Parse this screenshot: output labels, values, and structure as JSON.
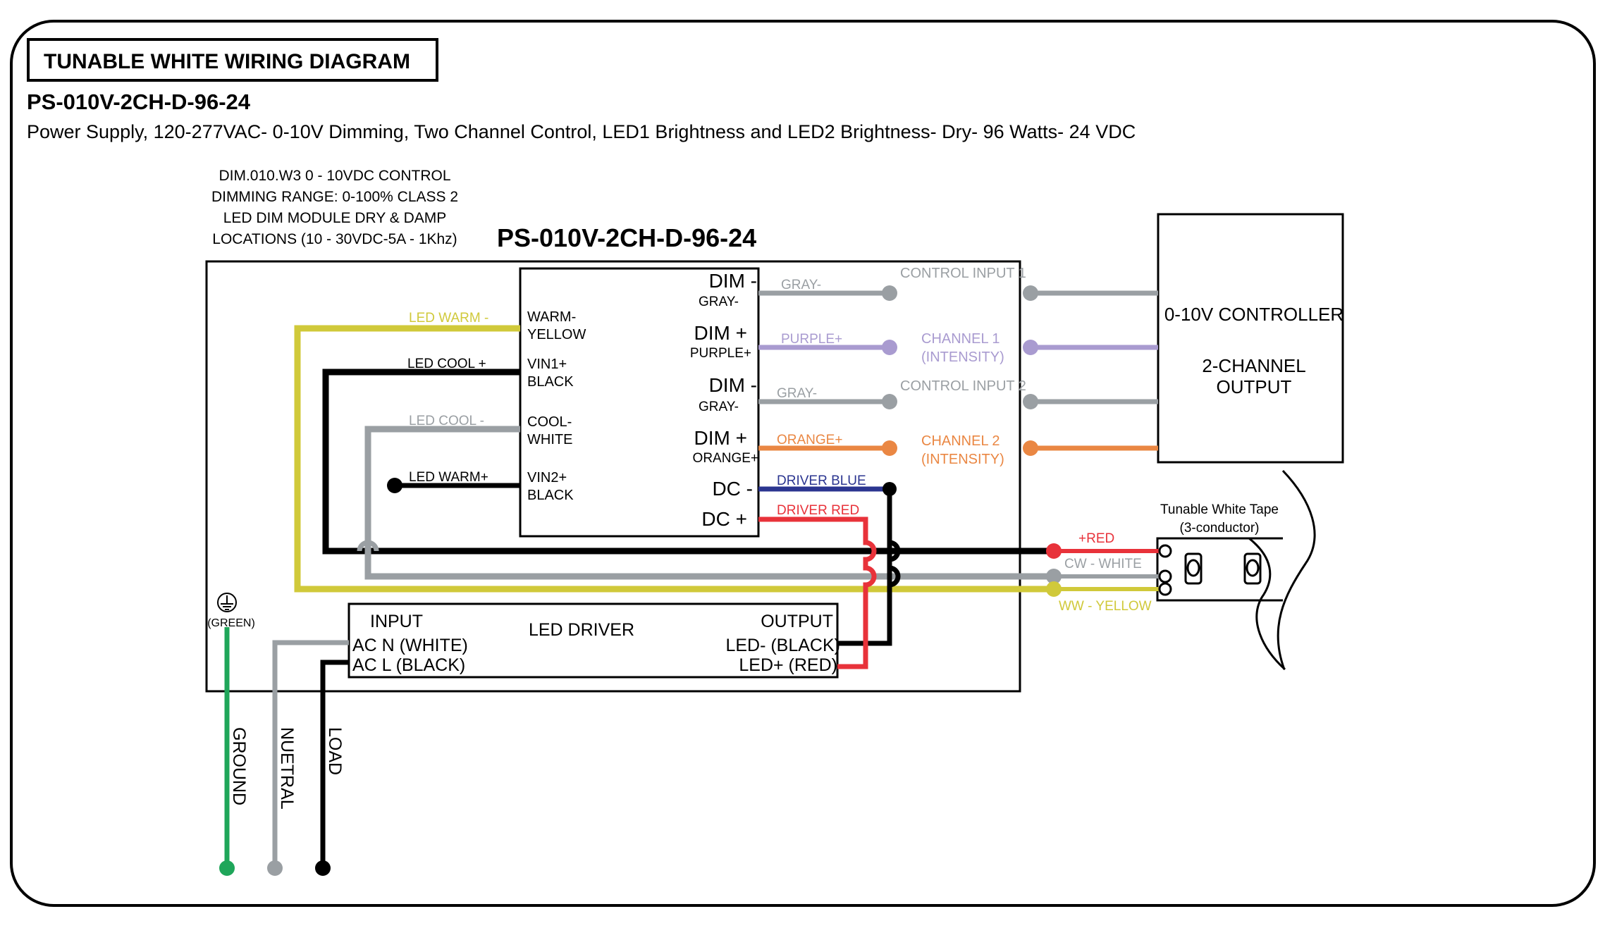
{
  "header": {
    "title": "TUNABLE WHITE WIRING DIAGRAM",
    "model": "PS-010V-2CH-D-96-24",
    "description": "Power Supply, 120-277VAC- 0-10V Dimming, Two Channel Control, LED1 Brightness and LED2 Brightness- Dry- 96 Watts- 24 VDC"
  },
  "module_note": [
    "DIM.010.W3 0 - 10VDC CONTROL",
    "DIMMING RANGE: 0-100% CLASS 2",
    "LED DIM MODULE DRY & DAMP",
    "LOCATIONS (10 - 30VDC-5A - 1Khz)"
  ],
  "enclosure_title": "PS-010V-2CH-D-96-24",
  "module": {
    "left_terminals": [
      {
        "line1": "WARM-",
        "line2": "YELLOW"
      },
      {
        "line1": "VIN1+",
        "line2": "BLACK"
      },
      {
        "line1": "COOL-",
        "line2": "WHITE"
      },
      {
        "line1": "VIN2+",
        "line2": "BLACK"
      }
    ],
    "right_terminals": [
      {
        "main": "DIM -",
        "sub": "GRAY-"
      },
      {
        "main": "DIM +",
        "sub": "PURPLE+"
      },
      {
        "main": "DIM -",
        "sub": "GRAY-"
      },
      {
        "main": "DIM +",
        "sub": "ORANGE+"
      },
      {
        "main": "DC -",
        "sub": ""
      },
      {
        "main": "DC +",
        "sub": ""
      }
    ]
  },
  "wire_labels": {
    "led_warm_minus": "LED WARM -",
    "led_cool_plus": "LED COOL +",
    "led_cool_minus": "LED COOL -",
    "led_warm_plus": "LED WARM+",
    "gray1": "GRAY-",
    "purple": "PURPLE+",
    "gray2": "GRAY-",
    "orange": "ORANGE+",
    "driver_blue": "DRIVER BLUE",
    "driver_red": "DRIVER RED"
  },
  "control_labels": {
    "control_input_1": "CONTROL INPUT 1",
    "channel1_line1": "CHANNEL 1",
    "channel1_line2": "(INTENSITY)",
    "control_input_2": "CONTROL INPUT 2",
    "channel2_line1": "CHANNEL 2",
    "channel2_line2": "(INTENSITY)"
  },
  "controller": {
    "line1": "0-10V CONTROLLER",
    "line2": "2-CHANNEL",
    "line3": "OUTPUT"
  },
  "tape": {
    "title": "Tunable White Tape",
    "subtitle": "(3-conductor)",
    "red_label": "+RED",
    "white_label": "CW - WHITE",
    "yellow_label": "WW - YELLOW"
  },
  "driver": {
    "input_title": "INPUT",
    "input_n": "AC N (WHITE)",
    "input_l": "AC L (BLACK)",
    "center_title": "LED DRIVER",
    "output_title": "OUTPUT",
    "output_neg": "LED- (BLACK)",
    "output_pos": "LED+ (RED)"
  },
  "ground_label": "(GREEN)",
  "mains": {
    "ground": "GROUND",
    "neutral": "NUETRAL",
    "load": "LOAD"
  },
  "colors": {
    "yellow": "#d0c93a",
    "black": "#000000",
    "gray": "#9a9fa3",
    "purple": "#a99bd0",
    "orange": "#ea8743",
    "blue": "#2b3590",
    "red": "#e8323a",
    "green": "#1fa65a"
  }
}
